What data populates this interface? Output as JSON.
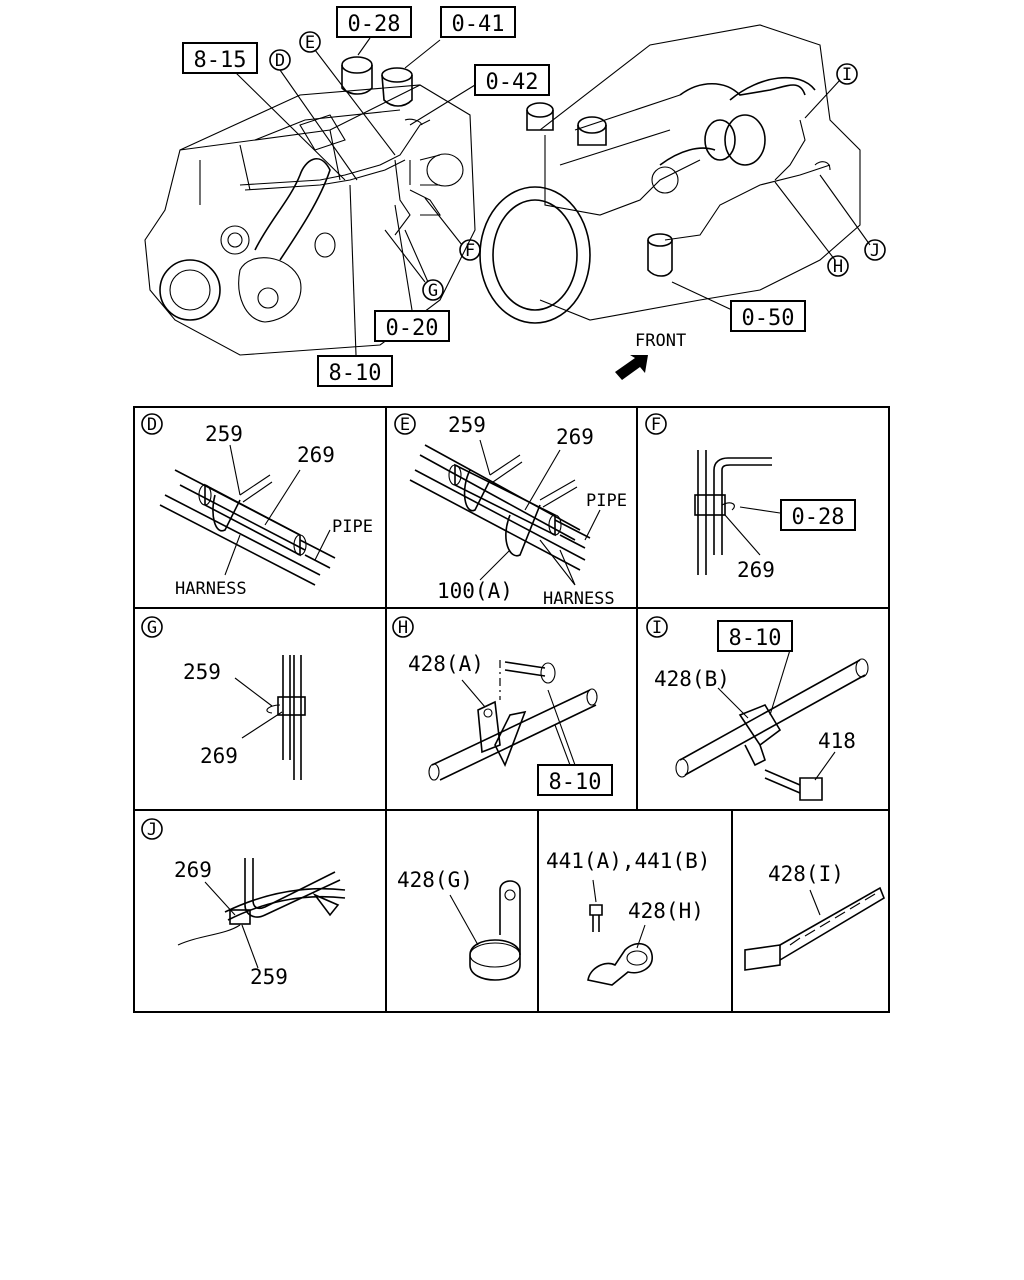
{
  "overview": {
    "callouts": {
      "c028": "0-28",
      "c041": "0-41",
      "c042": "0-42",
      "c815": "8-15",
      "c020": "0-20",
      "c810": "8-10",
      "c050": "0-50"
    },
    "view_letters": {
      "D": "D",
      "E": "E",
      "F": "F",
      "G": "G",
      "H": "H",
      "I": "I",
      "J": "J"
    },
    "front_label": "FRONT"
  },
  "details": {
    "D": {
      "letter": "D",
      "part_a": "259",
      "part_b": "269",
      "pipe": "PIPE",
      "harness": "HARNESS"
    },
    "E": {
      "letter": "E",
      "part_a": "259",
      "part_b": "269",
      "pipe": "PIPE",
      "part_c": "100(A)",
      "harness": "HARNESS"
    },
    "F": {
      "letter": "F",
      "ref": "0-28",
      "part_b": "269"
    },
    "G": {
      "letter": "G",
      "part_a": "259",
      "part_b": "269"
    },
    "H": {
      "letter": "H",
      "part": "428(A)",
      "ref": "8-10"
    },
    "I": {
      "letter": "I",
      "ref": "8-10",
      "part": "428(B)",
      "bolt": "418"
    },
    "J": {
      "letter": "J",
      "part_b": "269",
      "part_a": "259"
    },
    "G2": {
      "part": "428(G)"
    },
    "H2": {
      "bolt": "441(A),441(B)",
      "part": "428(H)"
    },
    "I2": {
      "part": "428(I)"
    }
  },
  "colors": {
    "line": "#000000",
    "background": "#ffffff"
  }
}
